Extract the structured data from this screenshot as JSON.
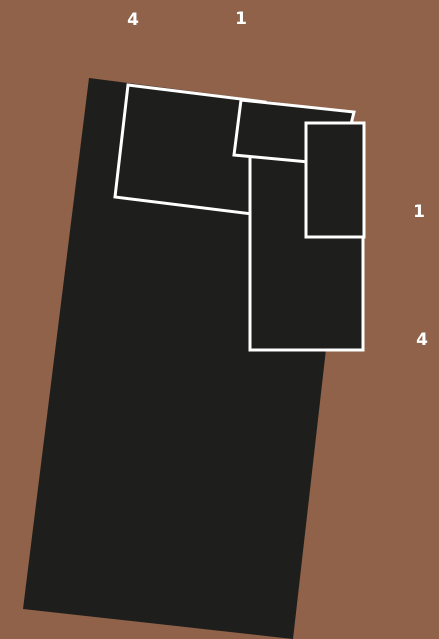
{
  "colors": {
    "background": "#8f6249",
    "board": "#1e1e1c",
    "piece_fill": "#1e1e1c",
    "piece_outline": "#ffffff",
    "clue_text": "#ffffff"
  },
  "clues": {
    "top": [
      "4",
      "1"
    ],
    "right": [
      "1",
      "4"
    ]
  },
  "pieces": [
    {
      "name": "piece-large-square"
    },
    {
      "name": "piece-tall-rectangle"
    },
    {
      "name": "piece-small-tilted"
    },
    {
      "name": "piece-narrow-rectangle"
    }
  ]
}
